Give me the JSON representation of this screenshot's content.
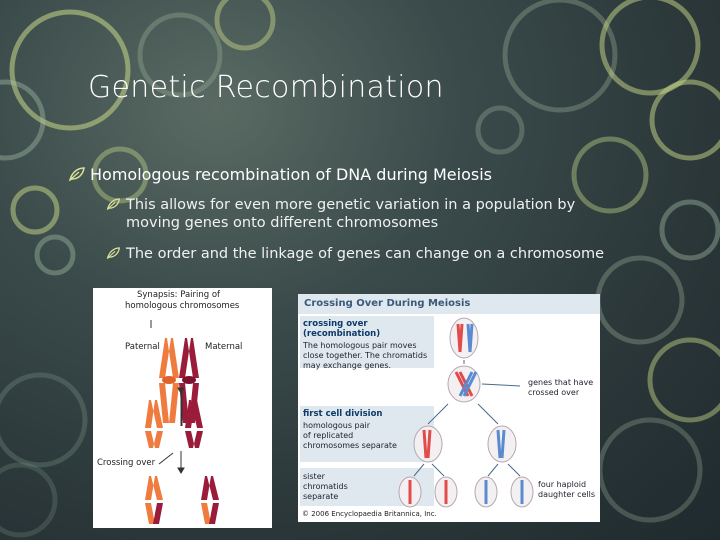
{
  "slide": {
    "title": "Genetic Recombination",
    "bullets": [
      {
        "text": "Homologous recombination of DNA during Meiosis"
      },
      {
        "text": "This allows for even more genetic variation in a population by moving genes onto different chromosomes"
      },
      {
        "text": "The order and the linkage of genes can change on a chromosome"
      }
    ]
  },
  "figure_left": {
    "label_synapsis_1": "Synapsis: Pairing of",
    "label_synapsis_2": "homologous chromosomes",
    "label_paternal": "Paternal",
    "label_maternal": "Maternal",
    "label_crossing": "Crossing over"
  },
  "figure_right": {
    "heading": "Crossing Over During Meiosis",
    "panel1_heading": "crossing over (recombination)",
    "panel1_text_1": "The homologous pair moves",
    "panel1_text_2": "close together. The chromatids",
    "panel1_text_3": "may exchange genes.",
    "note_genes_1": "genes that have",
    "note_genes_2": "crossed over",
    "panel2_heading": "first cell division",
    "panel2_text_1": "homologous pair",
    "panel2_text_2": "of replicated",
    "panel2_text_3": "chromosomes separate",
    "panel3_text_1": "sister",
    "panel3_text_2": "chromatids",
    "panel3_text_3": "separate",
    "note_haploid_1": "four haploid",
    "note_haploid_2": "daughter cells",
    "credit": "© 2006 Encyclopaedia Britannica, Inc."
  },
  "colors": {
    "paternal": "#f07b3f",
    "maternal": "#9a1b3a",
    "accent_circle": "#c7d77a"
  }
}
